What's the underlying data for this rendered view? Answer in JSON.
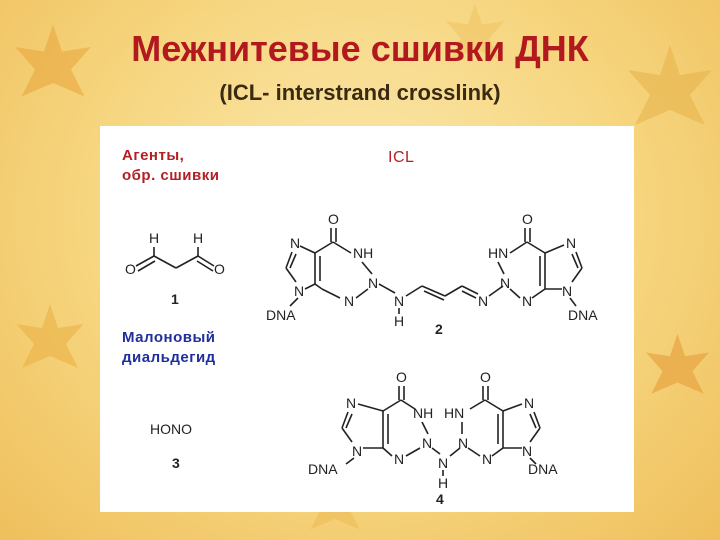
{
  "slide": {
    "title": "Межнитевые сшивки ДНК",
    "subtitle": "(ICL- interstrand crosslink)"
  },
  "figure": {
    "agents_label_line1": "Агенты,",
    "agents_label_line2": "обр. сшивки",
    "icl_label": "ICL",
    "malondialdehyde_line1": "Малоновый",
    "malondialdehyde_line2": "диальдегид",
    "hono_formula": "HONO",
    "compound_numbers": [
      "1",
      "2",
      "3",
      "4"
    ],
    "atoms": {
      "O": "O",
      "H": "H",
      "N": "N",
      "NH": "NH",
      "HN": "HN",
      "DNA": "DNA"
    }
  },
  "colors": {
    "title": "#b1191f",
    "red_label": "#b32024",
    "blue_label": "#1f2f9c",
    "background": "#f6d57e",
    "panel": "#ffffff"
  }
}
